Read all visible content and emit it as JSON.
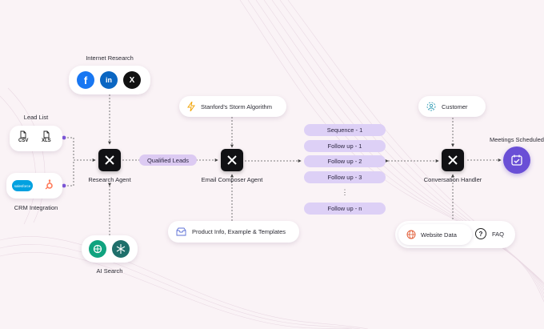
{
  "sources": {
    "internet_research": "Internet Research",
    "lead_list": "Lead List",
    "crm_integration": "CRM Integration",
    "ai_search": "AI Search",
    "file_csv": "CSV",
    "file_xls": "XLS",
    "salesforce_text": "salesforce",
    "social": {
      "facebook": "f",
      "linkedin": "in",
      "x": "X"
    }
  },
  "agents": {
    "research": "Research Agent",
    "email_composer": "Email Composer Agent",
    "conversation": "Conversation Handler"
  },
  "flow": {
    "qualified_leads": "Qualified Leads",
    "storm": "Stanford's Storm Algorithm",
    "product_info": "Product Info, Example & Templates"
  },
  "sequence": [
    "Sequence - 1",
    "Follow up - 1",
    "Follow up - 2",
    "Follow up - 3",
    "Follow up - n"
  ],
  "sequence_ellipsis": "⋮",
  "handler": {
    "customer": "Customer",
    "website_data": "Website Data",
    "faq": "FAQ",
    "faq_icon": "?"
  },
  "meetings": "Meetings Scheduled",
  "colors": {
    "accent": "#6a4fd6",
    "pill": "#ddd0f6",
    "agent": "#111114",
    "facebook": "#1877f2",
    "linkedin": "#0a66c2",
    "x": "#111111",
    "salesforce": "#00a1e0",
    "hubspot": "#ff7a59"
  }
}
